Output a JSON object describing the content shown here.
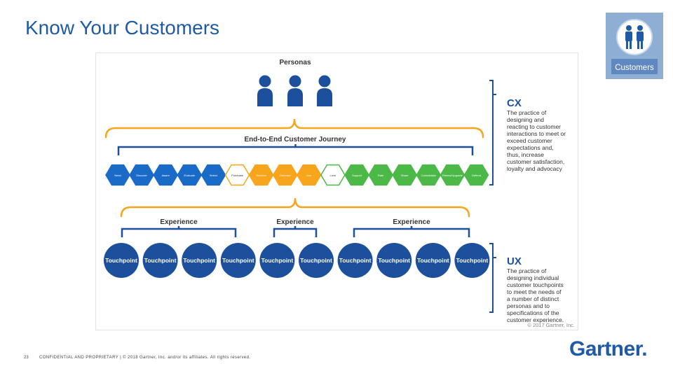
{
  "slide": {
    "title": "Know Your Customers",
    "page_number": "23",
    "footer": "CONFIDENTIAL AND PROPRIETARY | © 2018 Gartner, Inc. and/or its affiliates. All rights reserved.",
    "logo_text": "Gartner",
    "logo_dot": "."
  },
  "badge": {
    "label": "Customers",
    "icon": "two-people-icon"
  },
  "diagram": {
    "personas_label": "Personas",
    "journey_label": "End-to-End Customer Journey",
    "journey_steps": [
      {
        "label": "Need",
        "color": "#1a6bc8"
      },
      {
        "label": "Discover",
        "color": "#1a6bc8"
      },
      {
        "label": "Aware",
        "color": "#1a6bc8"
      },
      {
        "label": "Evaluate",
        "color": "#1a6bc8"
      },
      {
        "label": "Select",
        "color": "#1a6bc8"
      },
      {
        "label": "Purchase",
        "color": "#f7a51c",
        "outlined": true
      },
      {
        "label": "Receive",
        "color": "#f7a51c"
      },
      {
        "label": "Onboard",
        "color": "#f7a51c"
      },
      {
        "label": "Use",
        "color": "#f7a51c"
      },
      {
        "label": "Love",
        "color": "#4cb848",
        "outlined": true
      },
      {
        "label": "Support",
        "color": "#4cb848"
      },
      {
        "label": "Rate",
        "color": "#4cb848"
      },
      {
        "label": "Share",
        "color": "#4cb848"
      },
      {
        "label": "Consolidate",
        "color": "#4cb848"
      },
      {
        "label": "Renew/Upgrade",
        "color": "#4cb848"
      },
      {
        "label": "Defend",
        "color": "#4cb848"
      }
    ],
    "experience_labels": [
      "Experience",
      "Experience",
      "Experience"
    ],
    "touchpoints": [
      "Touchpoint",
      "Touchpoint",
      "Touchpoint",
      "Touchpoint",
      "Touchpoint",
      "Touchpoint",
      "Touchpoint",
      "Touchpoint",
      "Touchpoint",
      "Touchpoint"
    ],
    "cx": {
      "heading": "CX",
      "lines": [
        "The practice of",
        "designing and",
        "reacting to customer",
        "interactions to meet or",
        "exceed customer",
        "expectations and,",
        "thus, increase",
        "customer satisfaction,",
        "loyalty and advocacy"
      ]
    },
    "ux": {
      "heading": "UX",
      "lines": [
        "The practice of",
        "designing individual",
        "customer touchpoints",
        "to meet the needs of",
        "a number of distinct",
        "personas and to",
        "specifications of the",
        "customer experience."
      ]
    },
    "copyright": "© 2017 Gartner, Inc.",
    "colors": {
      "primary": "#1f5aa6",
      "dark_blue": "#1c4f9c",
      "orange": "#f7a51c",
      "green": "#4cb848",
      "text": "#333333"
    }
  }
}
